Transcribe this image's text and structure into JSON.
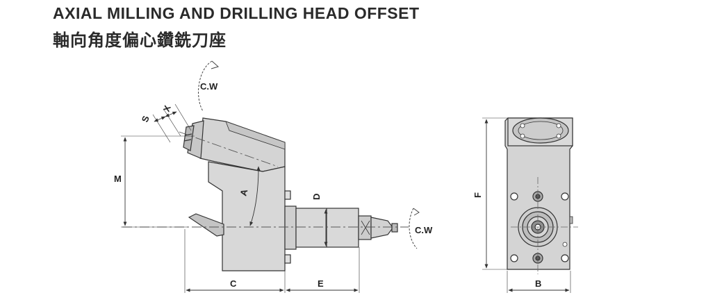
{
  "title": "AXIAL MILLING AND DRILLING HEAD OFFSET",
  "subtitle": "軸向角度偏心鑽銑刀座",
  "rotation_labels": {
    "top": "C.W",
    "right": "C.W"
  },
  "dimensions": {
    "s": "S",
    "x": "X",
    "m": "M",
    "a": "A",
    "d": "D",
    "c": "C",
    "e": "E",
    "f": "F",
    "b": "B"
  },
  "colors": {
    "body": "#d6d6d6",
    "body_dark": "#bdbdbd",
    "line": "#333333"
  }
}
